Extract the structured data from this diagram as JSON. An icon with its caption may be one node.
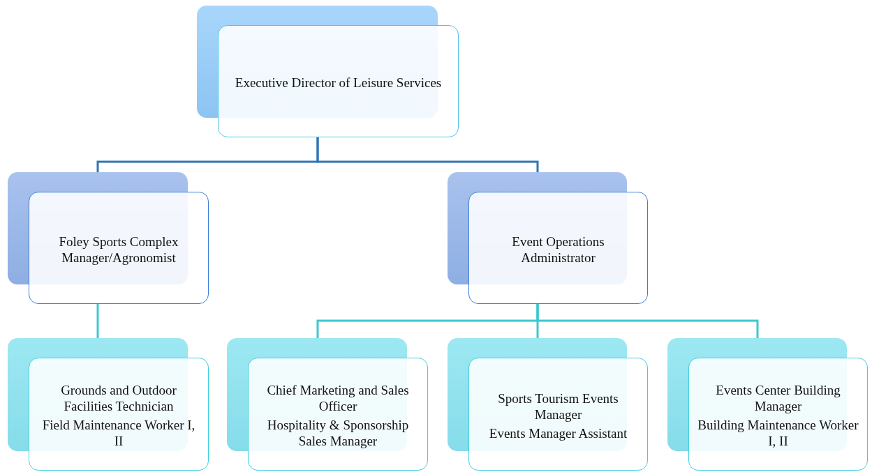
{
  "diagram": {
    "nodes": [
      {
        "text": [
          "Executive  Director of Leisure Services"
        ]
      },
      {
        "text": [
          "Foley Sports Complex Manager/Agronomist"
        ]
      },
      {
        "text": [
          "Event Operations Administrator"
        ]
      },
      {
        "text": [
          "Grounds and Outdoor Facilities  Technician",
          "Field Maintenance Worker I, II"
        ]
      },
      {
        "text": [
          "Chief Marketing and Sales Officer",
          "Hospitality & Sponsorship Sales Manager"
        ]
      },
      {
        "text": [
          "Sports Tourism Events Manager",
          "Events Manager Assistant"
        ]
      },
      {
        "text": [
          "Events Center Building Manager",
          "Building  Maintenance Worker I, II"
        ]
      }
    ],
    "edges": [
      {
        "from": 0,
        "to": 1,
        "arrow": "none",
        "color": "#2e75b6"
      },
      {
        "from": 0,
        "to": 2,
        "arrow": "none",
        "color": "#2e75b6"
      },
      {
        "from": 1,
        "to": 3,
        "arrow": "none"
      },
      {
        "from": 2,
        "to": 4,
        "arrow": "none"
      },
      {
        "from": 2,
        "to": 5,
        "arrow": "none"
      },
      {
        "from": 2,
        "to": 6,
        "arrow": "none"
      }
    ]
  }
}
